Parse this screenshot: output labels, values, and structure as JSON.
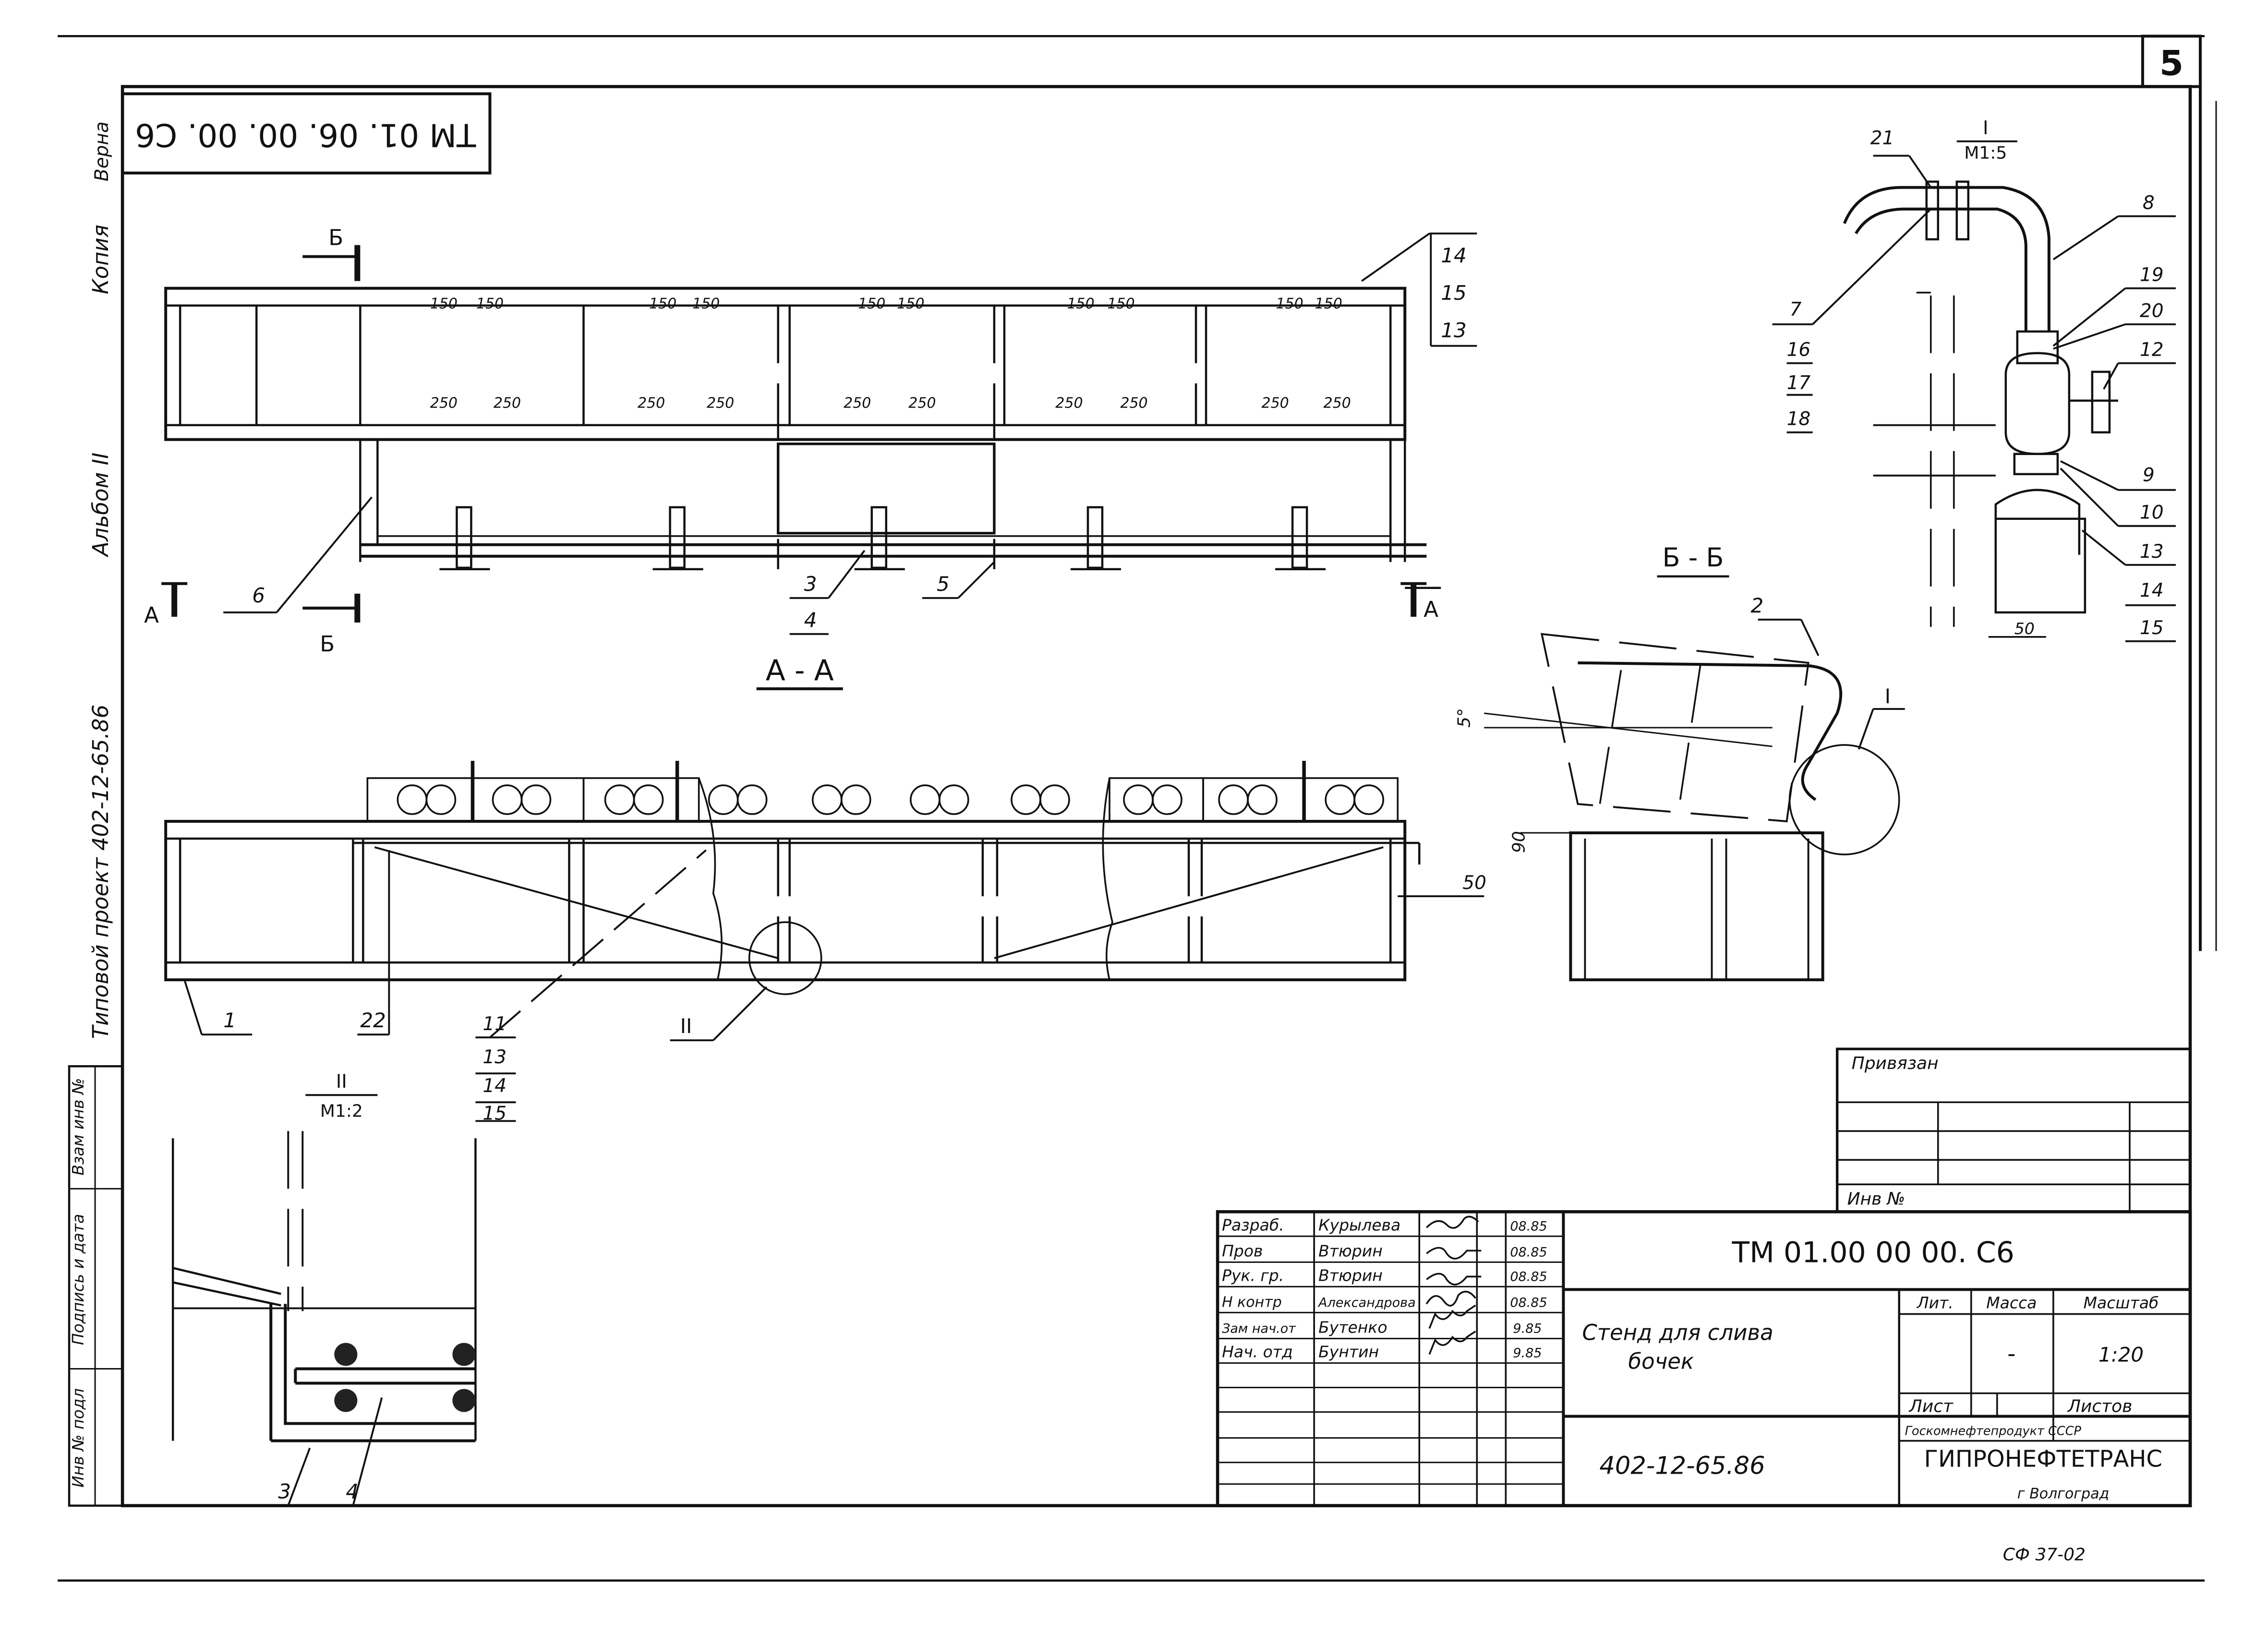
{
  "sheet_number": "5",
  "stamp_rotated": "TM 01. 06. 00. 00. C6",
  "side_labels": {
    "copy": "Копия",
    "verified": "Верна",
    "album": "Альбом II",
    "typical_project": "Типовой проект 402-12-65.86"
  },
  "left_strip": {
    "inv_podl": "Инв № подл",
    "sign_date": "Подпись и дата",
    "vzam_inv": "Взам инв №"
  },
  "views": {
    "plan_title": "А - А",
    "section_bb_title": "Б - Б",
    "detail1_num": "I",
    "detail1_scale": "М1:5",
    "detail2_num": "II",
    "detail2_scale": "М1:2",
    "cut_b": "Б",
    "cut_a": "А",
    "mark_I": "I",
    "mark_II": "II"
  },
  "dimensions": {
    "d150": "150",
    "d250": "250",
    "d50": "50",
    "d90": "90",
    "angle": "5°"
  },
  "plan_callouts": {
    "c6": "6",
    "c3": "3",
    "c4": "4",
    "c5": "5",
    "c14": "14",
    "c15": "15",
    "c13": "13"
  },
  "elev_callouts": {
    "c1": "1",
    "c22": "22",
    "c11": "11",
    "c13": "13",
    "c14": "14",
    "c15": "15",
    "c50": "50"
  },
  "section_callouts": {
    "c2": "2"
  },
  "detail1_callouts": {
    "c21": "21",
    "c8": "8",
    "c7": "7",
    "c16": "16",
    "c17": "17",
    "c18": "18",
    "c19": "19",
    "c20": "20",
    "c12": "12",
    "c9": "9",
    "c10": "10",
    "c13": "13",
    "c14": "14",
    "c15": "15"
  },
  "detail2_callouts": {
    "c3": "3",
    "c4": "4"
  },
  "privyazan": "Привязан",
  "inv_no": "Инв №",
  "title_block": {
    "rows": [
      {
        "role": "Разраб.",
        "name": "Курылева",
        "date": "08.85"
      },
      {
        "role": "Пров",
        "name": "Втюрин",
        "date": "08.85"
      },
      {
        "role": "Рук. гр.",
        "name": "Втюрин",
        "date": "08.85"
      },
      {
        "role": "Н контр",
        "name": "Александрова",
        "date": "08.85"
      },
      {
        "role": "Зам нач.от",
        "name": "Бутенко",
        "date": "9.85"
      },
      {
        "role": "Нач. отд",
        "name": "Бунтин",
        "date": "9.85"
      }
    ],
    "designation": "ТМ 01.00 00 00. С6",
    "name_line1": "Стенд для слива",
    "name_line2": "бочек",
    "lit_label": "Лит.",
    "mass_label": "Масса",
    "scale_label": "Масштаб",
    "mass_value": "-",
    "scale_value": "1:20",
    "sheet_label": "Лист",
    "sheets_label": "Листов",
    "project_code": "402-12-65.86",
    "org_line1": "Госкомнефтепродукт СССР",
    "org_line2": "ГИПРОНЕФТЕТРАНС",
    "city": "г Волгоград"
  },
  "footer_code": "СФ 37-02"
}
